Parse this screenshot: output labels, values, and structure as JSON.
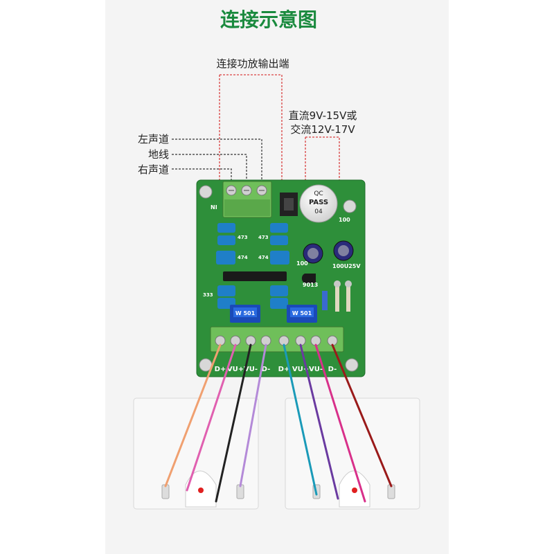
{
  "title": "连接示意图",
  "labels": {
    "amp_output": "连接功放输出端",
    "power_line1": "直流9V-15V或",
    "power_line2": "交流12V-17V",
    "left_channel": "左声道",
    "ground": "地线",
    "right_channel": "右声道"
  },
  "board": {
    "ni_mark": "NI",
    "capacitor_top": [
      "QC",
      "PASS",
      "04"
    ],
    "cap_value": "100",
    "cap_label": "100U25V",
    "cap_mark": "100",
    "transistor_mark": "9013",
    "cap_codes": [
      "473",
      "473",
      "474",
      "474",
      "333"
    ],
    "pot_label": "W 501",
    "terminals": [
      "D+",
      "VU+",
      "VU-",
      "D-",
      "D+",
      "VU+",
      "VU-",
      "D-"
    ]
  },
  "colors": {
    "title": "#1a8a3e",
    "pcb": "#2e8f3a",
    "terminal_block": "#6fbf5a",
    "annotation_line": "#d94040",
    "wires": [
      "#f0a070",
      "#e060b0",
      "#222222",
      "#b48ad8",
      "#1a9ab8",
      "#6a3aa0",
      "#d8308a",
      "#9a1a1a"
    ]
  }
}
